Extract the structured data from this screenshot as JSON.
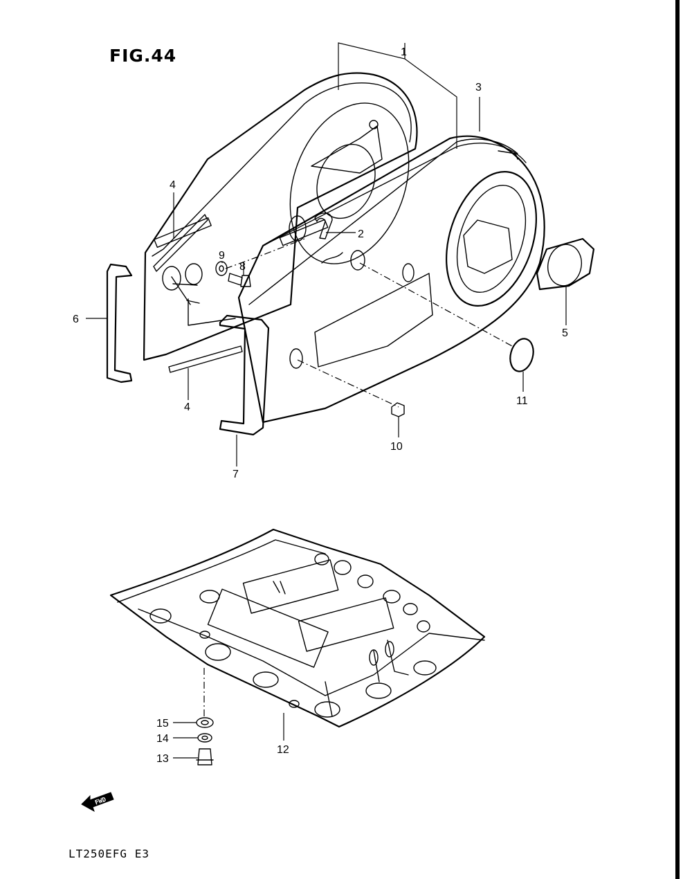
{
  "figure": {
    "title": "FIG.44",
    "model_code": "LT250EFG  E3"
  },
  "direction_badge": {
    "label": "FWD"
  },
  "callouts": [
    "1",
    "2",
    "3",
    "4",
    "4",
    "5",
    "6",
    "7",
    "8",
    "9",
    "10",
    "11",
    "12",
    "13",
    "14",
    "15"
  ]
}
